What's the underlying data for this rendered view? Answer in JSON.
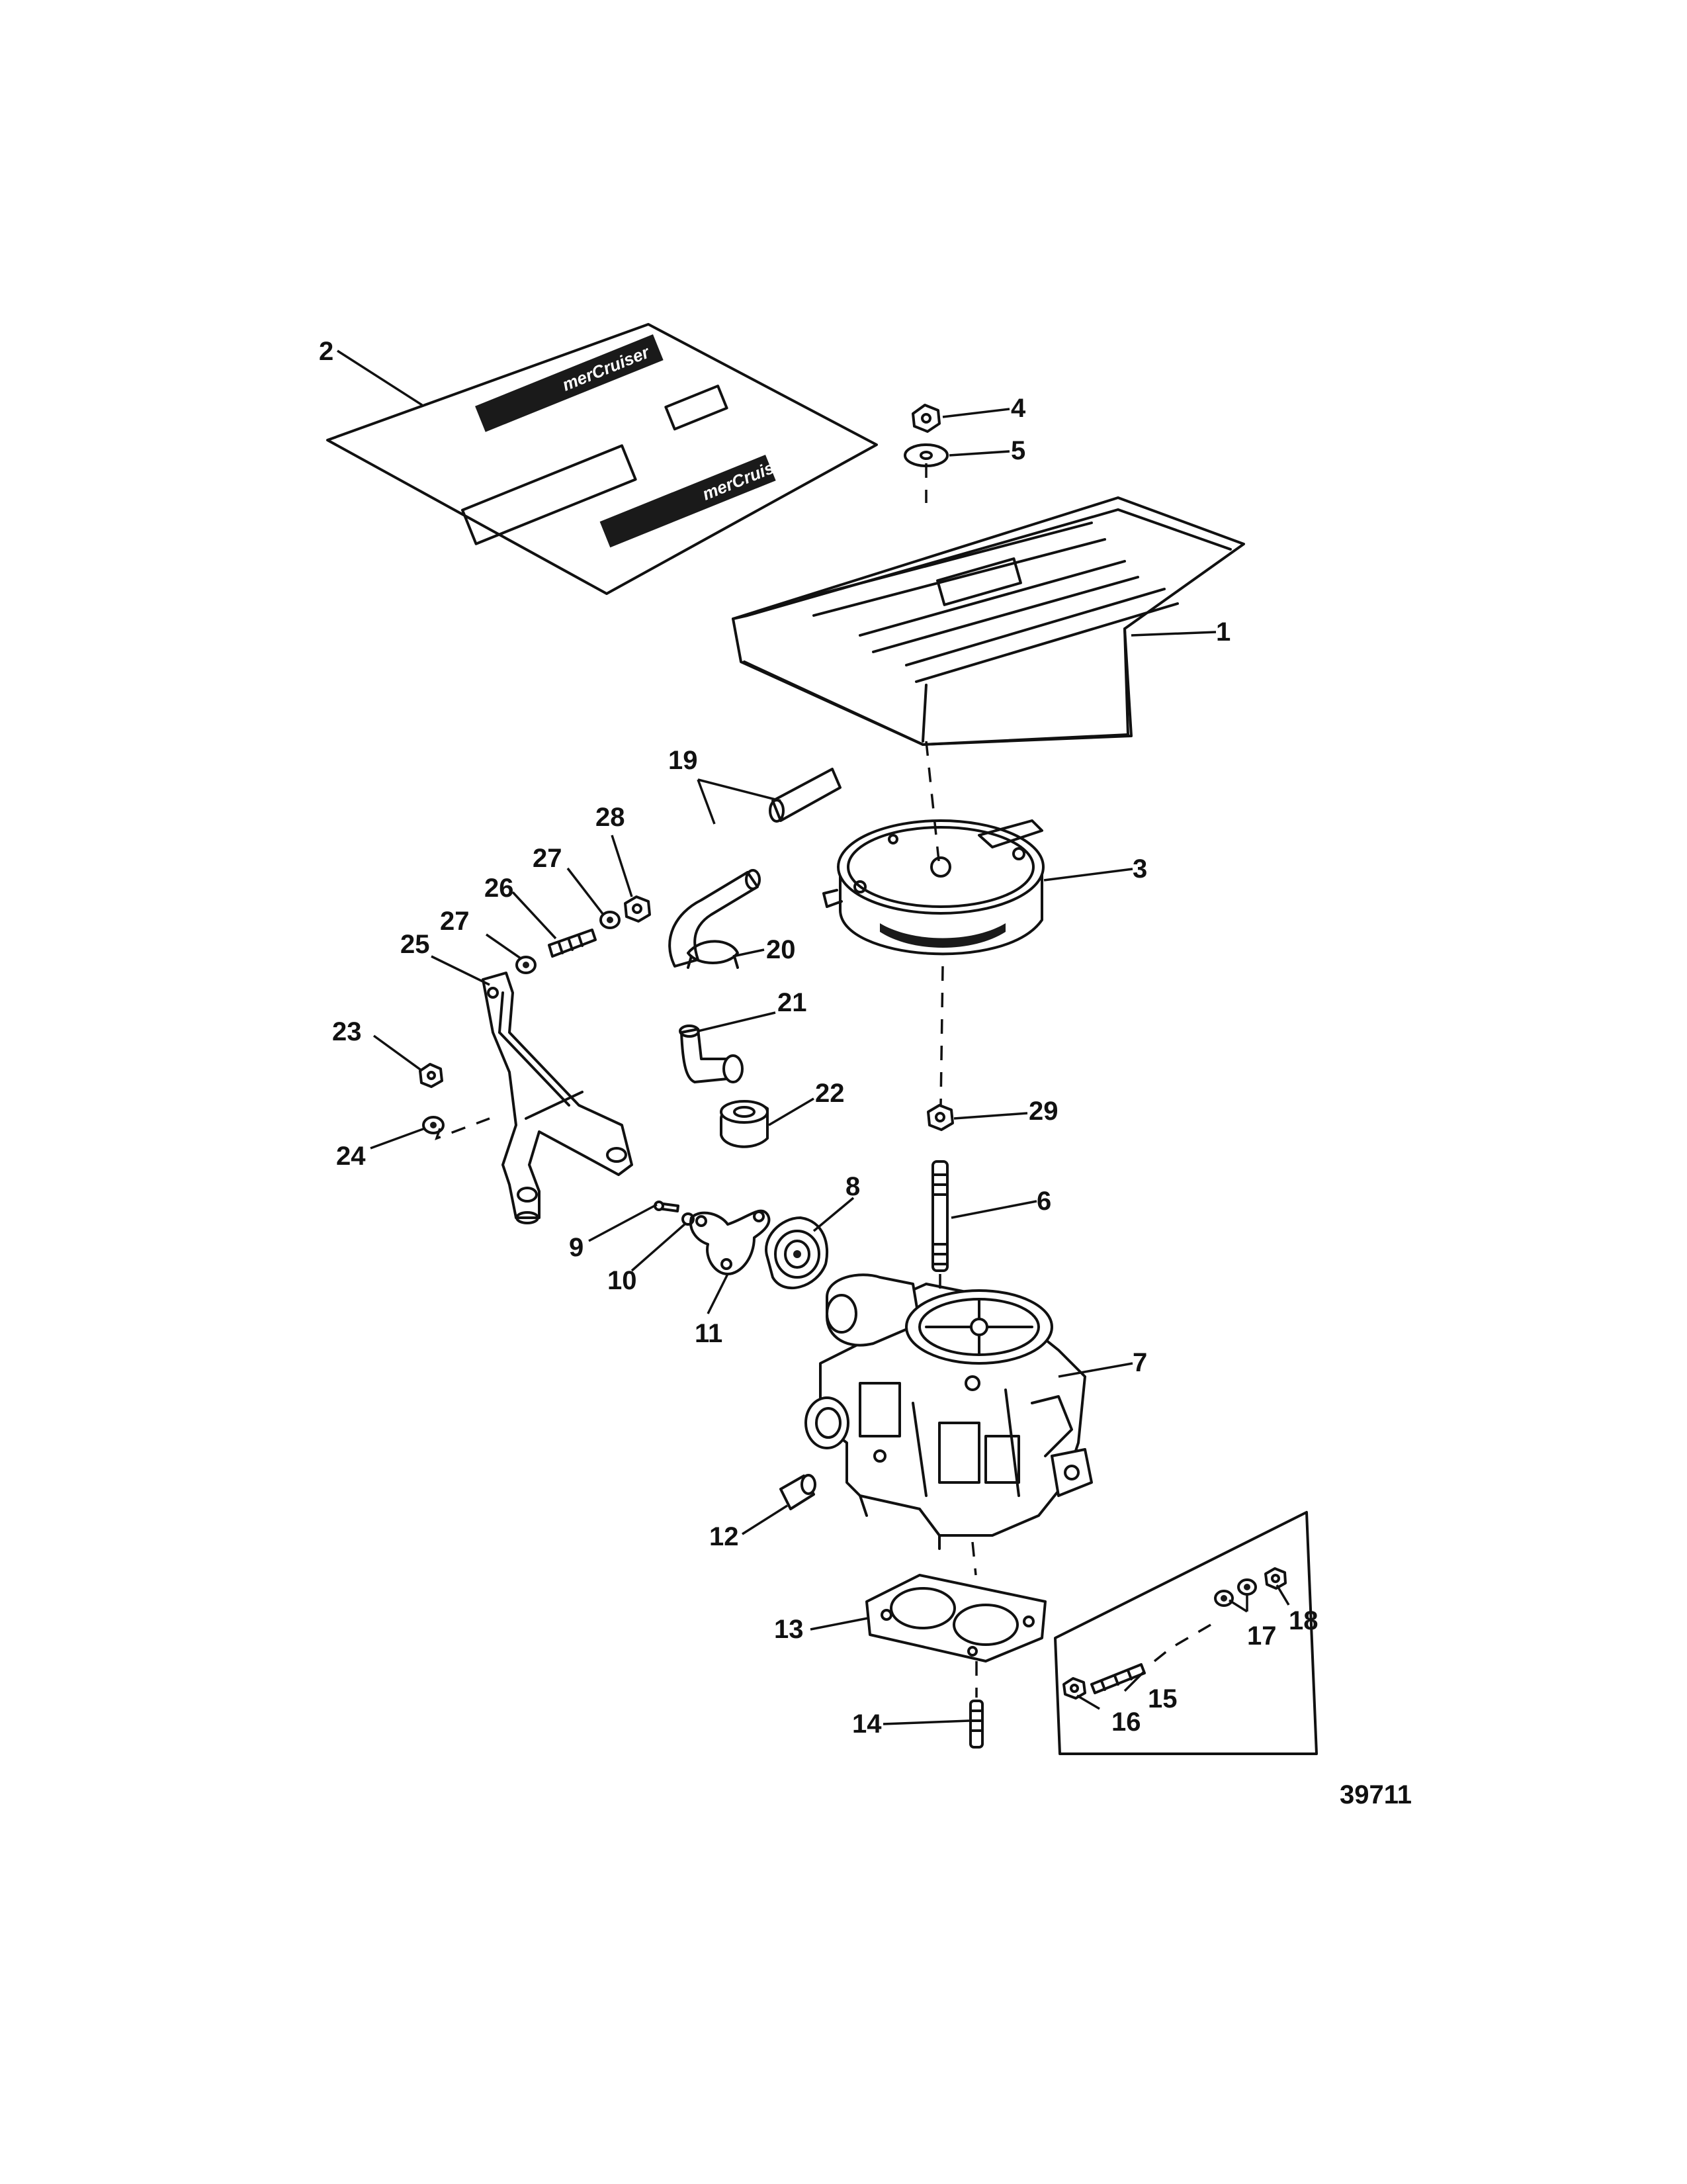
{
  "callouts": [
    {
      "label": "1"
    },
    {
      "label": "2"
    },
    {
      "label": "3"
    },
    {
      "label": "4"
    },
    {
      "label": "5"
    },
    {
      "label": "6"
    },
    {
      "label": "7"
    },
    {
      "label": "8"
    },
    {
      "label": "9"
    },
    {
      "label": "10"
    },
    {
      "label": "11"
    },
    {
      "label": "12"
    },
    {
      "label": "13"
    },
    {
      "label": "14"
    },
    {
      "label": "15"
    },
    {
      "label": "16"
    },
    {
      "label": "17"
    },
    {
      "label": "18"
    },
    {
      "label": "19"
    },
    {
      "label": "20"
    },
    {
      "label": "21"
    },
    {
      "label": "22"
    },
    {
      "label": "23"
    },
    {
      "label": "24"
    },
    {
      "label": "25"
    },
    {
      "label": "26"
    },
    {
      "label": "27"
    },
    {
      "label": "27"
    },
    {
      "label": "28"
    },
    {
      "label": "29"
    }
  ],
  "figure_number": "39711",
  "decal_logo_text": "merCruiser"
}
